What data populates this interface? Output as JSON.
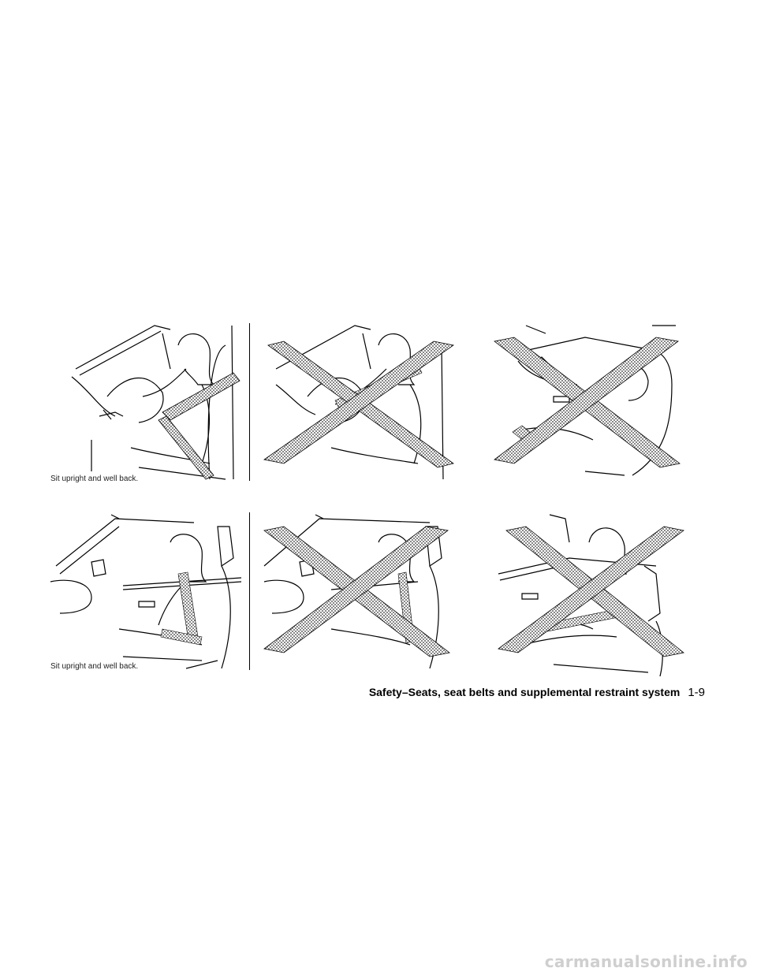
{
  "figure": {
    "panels": [
      {
        "id": "p1",
        "caption": "Sit upright and well back.",
        "status": "correct"
      },
      {
        "id": "p2",
        "caption": "",
        "status": "incorrect"
      },
      {
        "id": "p3",
        "caption": "",
        "status": "incorrect"
      },
      {
        "id": "p4",
        "caption": "Sit upright and well back.",
        "status": "correct"
      },
      {
        "id": "p5",
        "caption": "",
        "status": "incorrect"
      },
      {
        "id": "p6",
        "caption": "",
        "status": "incorrect"
      }
    ]
  },
  "footer": {
    "section_title": "Safety–Seats, seat belts and supplemental restraint system",
    "page_number": "1-9"
  },
  "watermark": "carmanualsonline.info",
  "colors": {
    "line": "#000000",
    "hatch": "#555555",
    "watermark": "#cfcfcf"
  }
}
